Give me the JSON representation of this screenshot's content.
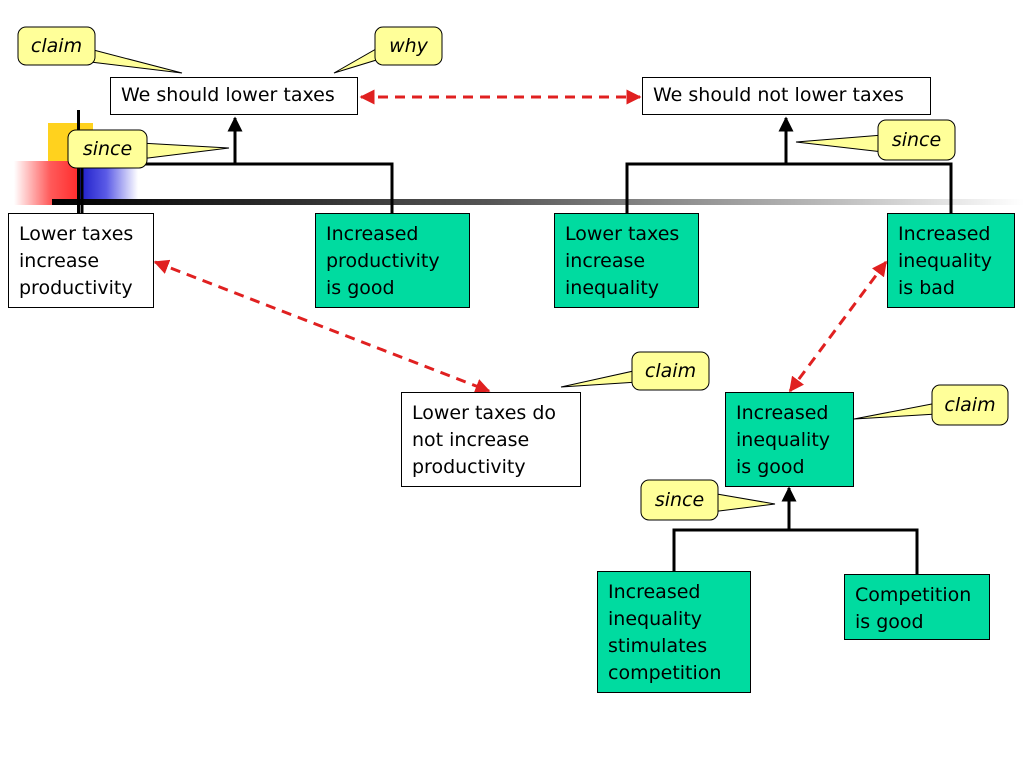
{
  "colors": {
    "support_box": "#00dba0",
    "callout_fill": "#ffff99",
    "conflict_arrow": "#e02020",
    "connector": "#000000"
  },
  "callouts": {
    "claim_top": "claim",
    "why": "why",
    "since_left": "since",
    "since_right": "since",
    "claim_mid": "claim",
    "claim_right": "claim",
    "since_bottom": "since"
  },
  "nodes": {
    "lower_taxes": "We should lower taxes",
    "not_lower_taxes": "We should not lower taxes",
    "lower_taxes_increase_productivity": "Lower taxes increase productivity",
    "increased_productivity_good": "Increased productivity is good",
    "lower_taxes_increase_inequality": "Lower taxes increase inequality",
    "increased_inequality_bad": "Increased inequality is bad",
    "lower_taxes_not_increase_productivity": "Lower taxes do not increase productivity",
    "increased_inequality_good": "Increased inequality is good",
    "inequality_stimulates_competition": "Increased inequality stimulates competition",
    "competition_good": "Competition is good"
  }
}
